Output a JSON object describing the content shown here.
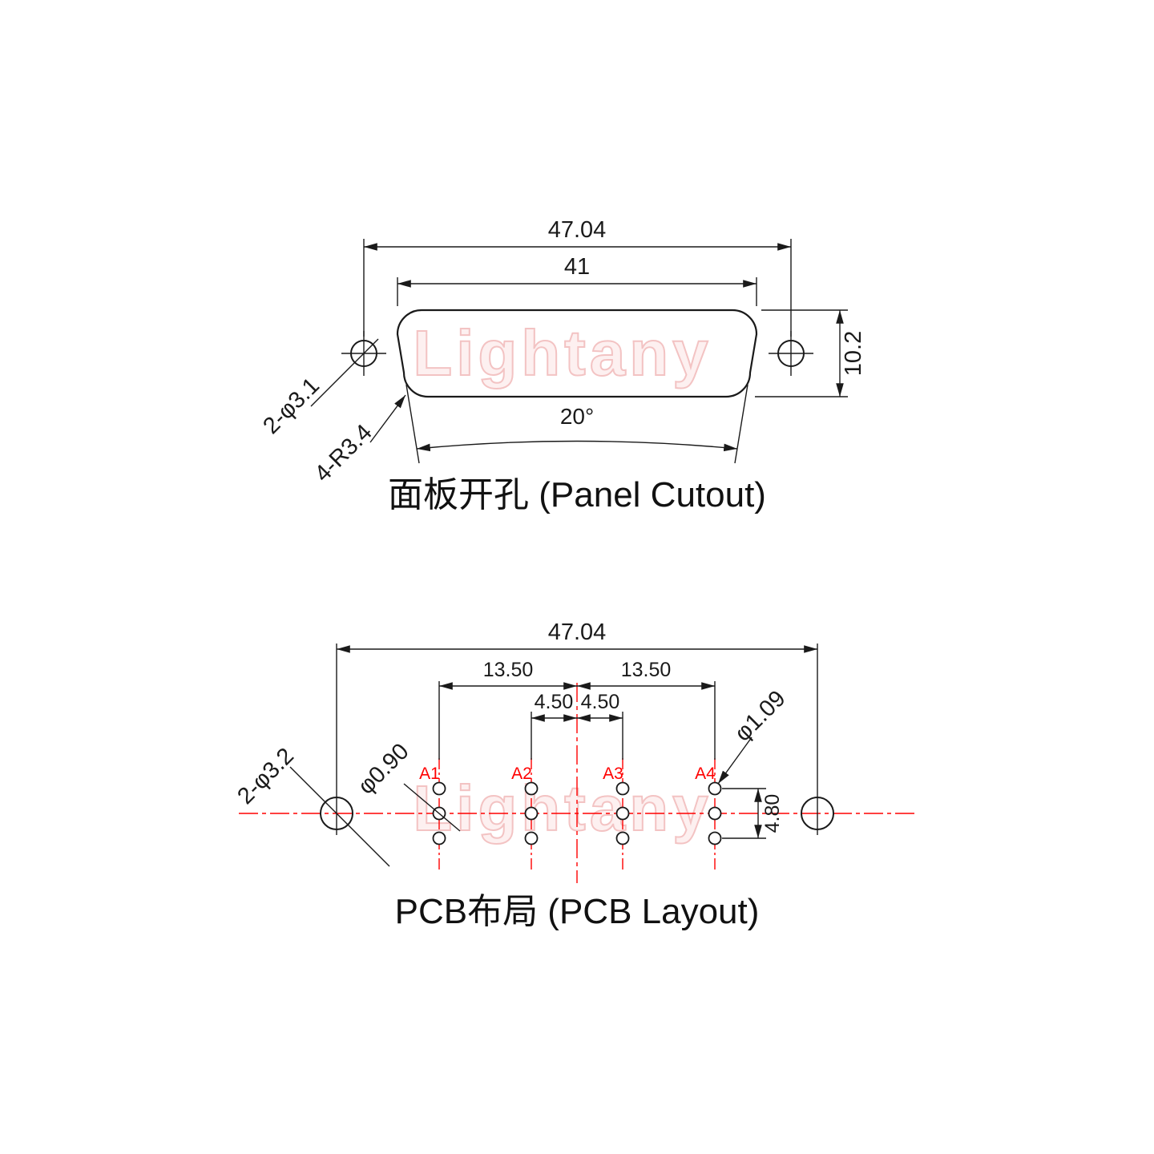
{
  "brand_watermark": "Lightany",
  "colors": {
    "line": "#1a1a1a",
    "centerline_red": "#ff0000",
    "watermark_pink": "#f2bdbd"
  },
  "panel_cutout": {
    "title": "面板开孔 (Panel Cutout)",
    "dim_overall_width": "47.04",
    "dim_cutout_width": "41",
    "dim_height": "10.2",
    "dim_side_angle": "20°",
    "label_mount_holes": "2-φ3.1",
    "label_corner_radius": "4-R3.4"
  },
  "pcb_layout": {
    "title": "PCB布局 (PCB Layout)",
    "dim_overall_width": "47.04",
    "dim_pitch_left": "13.50",
    "dim_pitch_right": "13.50",
    "dim_inner_left": "4.50",
    "dim_inner_right": "4.50",
    "dim_row_span": "4.80",
    "label_signal_pin_dia": "φ1.09",
    "label_pin_hole_dia": "φ0.90",
    "label_mount_holes": "2-φ3.2",
    "pins": [
      {
        "label": "A1"
      },
      {
        "label": "A2"
      },
      {
        "label": "A3"
      },
      {
        "label": "A4"
      }
    ]
  }
}
